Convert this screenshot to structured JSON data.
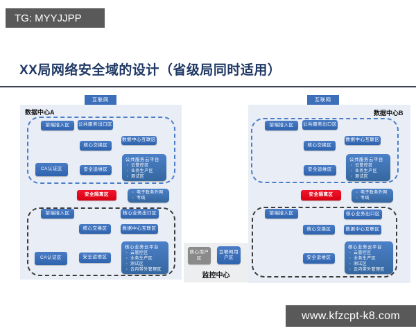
{
  "header": {
    "tg_watermark": "TG: MYYJJPP",
    "title": "XX局网络安全域的设计（省级局同时适用）"
  },
  "footer": {
    "site_watermark": "www.kfzcpt-k8.com"
  },
  "internet_label": "互联网",
  "dc_a": {
    "label": "数据中心A",
    "top": {
      "front_access": "前端接入区",
      "public_exit": "公共服务出口区",
      "dc_interconnect": "数据中心互联区",
      "core_switch": "核心交换区",
      "cloud_title": "公共服务云平台",
      "cloud_items": [
        "云管控区",
        "业务生产区",
        "测试区"
      ],
      "ca": "CA认证区",
      "sec_ops": "安全运维区"
    },
    "isolation": "安全隔离区",
    "egov_items": [
      "电子政务外网",
      "专线"
    ],
    "bottom": {
      "front_access": "前端接入区",
      "core_exit": "核心业务出口区",
      "core_switch": "核心交换区",
      "dc_interconnect": "数据中心互联区",
      "cloud_title": "核心业务云平台",
      "cloud_items": [
        "云管控区",
        "业务生产区",
        "测试区",
        "云内带外管理区"
      ],
      "ca": "CA认证区",
      "sec_ops": "安全运维区"
    }
  },
  "dc_b": {
    "label": "数据中心B",
    "top": {
      "front_access": "前端接入区",
      "public_exit": "公共服务出口区",
      "dc_interconnect": "数据中心互联区",
      "core_switch": "核心交换区",
      "cloud_title": "公共服务云平台",
      "cloud_items": [
        "云管控区",
        "业务生产区",
        "测试区"
      ],
      "sec_ops": "安全运维区"
    },
    "isolation": "安全隔离区",
    "egov_items": [
      "电子政务外网",
      "专线"
    ],
    "bottom": {
      "front_access": "前端接入区",
      "core_exit": "核心业务出口区",
      "core_switch": "核心交换区",
      "dc_interconnect": "数据中心互联区",
      "cloud_title": "核心业务云平台",
      "cloud_items": [
        "云管控区",
        "业务生产区",
        "测试区",
        "云内带外管理区"
      ],
      "sec_ops": "安全运维区"
    }
  },
  "monitor": {
    "label": "监控中心",
    "core_user": "核心用户区",
    "internet_user": "互联网用户区"
  },
  "colors": {
    "zone_blue": "#3a6fbd",
    "isolation_red": "#e80d1f",
    "panel_bg": "#e9edf5",
    "dark_gray": "#595959",
    "title_navy": "#1f3864"
  }
}
